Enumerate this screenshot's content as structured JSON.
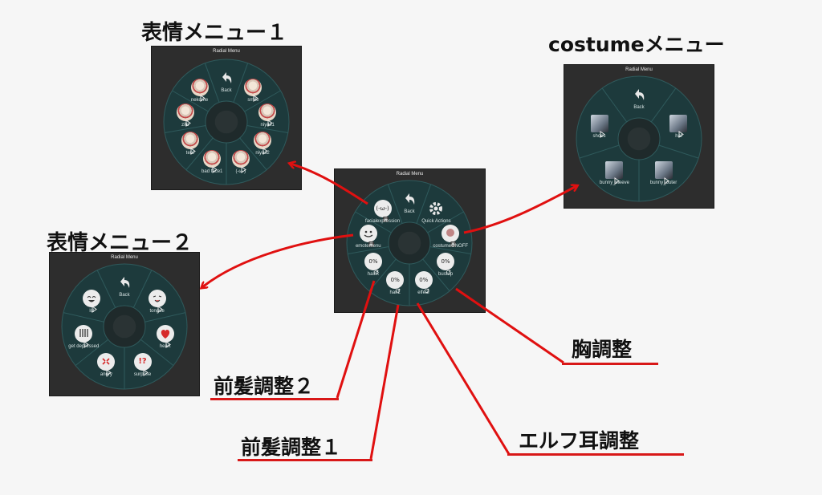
{
  "headings": {
    "face_menu_1": "表情メニュー１",
    "face_menu_2": "表情メニュー２",
    "costume_menu": "costumeメニュー"
  },
  "annotations": {
    "bangs_2": "前髪調整２",
    "bangs_1": "前髪調整１",
    "elf_ear": "エルフ耳調整",
    "chest": "胸調整"
  },
  "panel_title": "Radial Menu",
  "main_menu": {
    "items": [
      {
        "label": "Back",
        "icon": "back-house-icon"
      },
      {
        "label": "Quick Actions",
        "icon": "gear-icon"
      },
      {
        "label": "costumeONOFF",
        "icon": "costume-toggle-icon"
      },
      {
        "label": "bustup",
        "icon": "bust-percent-icon",
        "value": "0%"
      },
      {
        "label": "elfear",
        "icon": "ear-percent-icon",
        "value": "0%"
      },
      {
        "label": "hairL",
        "icon": "hair-left-icon",
        "value": "0%"
      },
      {
        "label": "hairR",
        "icon": "hair-right-icon",
        "value": "0%"
      },
      {
        "label": "emotemenu",
        "icon": "smiley-icon"
      },
      {
        "label": "facialexpression",
        "icon": "facial-expression-icon",
        "glyph": "(-ω-)"
      }
    ]
  },
  "face_menu_1": {
    "items": [
      {
        "label": "Back",
        "icon": "back-arrow-icon"
      },
      {
        "label": "smile",
        "icon": "face-icon"
      },
      {
        "label": "niyas1",
        "icon": "face-icon"
      },
      {
        "label": "niyas2",
        "icon": "face-icon"
      },
      {
        "label": "(-ω-)",
        "icon": "face-icon"
      },
      {
        "label": "bad face1",
        "icon": "face-icon"
      },
      {
        "label": "tere",
        "icon": "face-icon"
      },
      {
        "label": "zito",
        "icon": "face-icon"
      },
      {
        "label": "nekome",
        "icon": "face-icon"
      }
    ]
  },
  "face_menu_2": {
    "items": [
      {
        "label": "Back",
        "icon": "back-arrow-icon"
      },
      {
        "label": "tongue",
        "icon": "tongue-icon"
      },
      {
        "label": "heart",
        "icon": "heart-icon"
      },
      {
        "label": "surprise",
        "icon": "surprise-icon"
      },
      {
        "label": "angry",
        "icon": "angry-icon"
      },
      {
        "label": "get depressed",
        "icon": "depressed-icon"
      },
      {
        "label": "lol",
        "icon": "laugh-icon"
      }
    ]
  },
  "costume_menu": {
    "items": [
      {
        "label": "Back",
        "icon": "back-arrow-icon"
      },
      {
        "label": "hat",
        "icon": "hat-photo-icon"
      },
      {
        "label": "bunny_outer",
        "icon": "outer-photo-icon"
      },
      {
        "label": "bunny_sleeve",
        "icon": "sleeve-photo-icon"
      },
      {
        "label": "shoes",
        "icon": "shoes-photo-icon"
      }
    ]
  },
  "colors": {
    "panel_bg": "#2d2d2d",
    "wheel_bg": "#1d3a3c",
    "wheel_line": "#2f5a5c",
    "arrow_red": "#e01010",
    "underline_red": "#d81818"
  }
}
